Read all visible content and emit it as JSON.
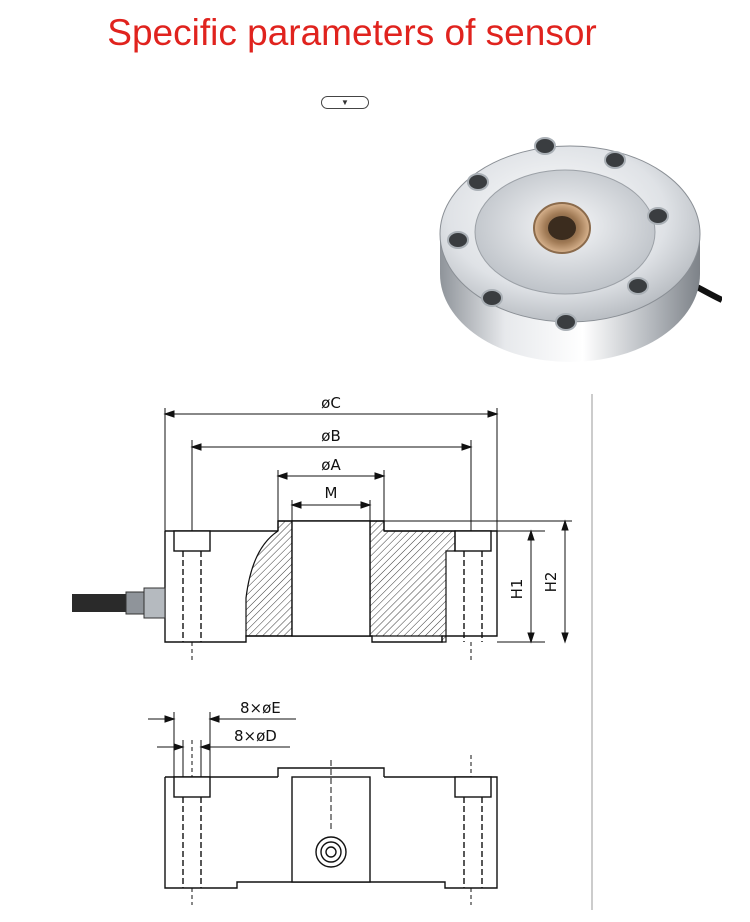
{
  "title": "Specific parameters of sensor",
  "dropdown": {
    "glyph": "▼"
  },
  "labels": {
    "dia_c": "øC",
    "dia_b": "øB",
    "dia_a": "øA",
    "thread_m": "M",
    "h1": "H1",
    "h2": "H2",
    "holes_e": "8×øE",
    "holes_d": "8×øD"
  },
  "colors": {
    "title": "#e0231e",
    "line": "#111111",
    "steel": "#c9ccd0"
  }
}
